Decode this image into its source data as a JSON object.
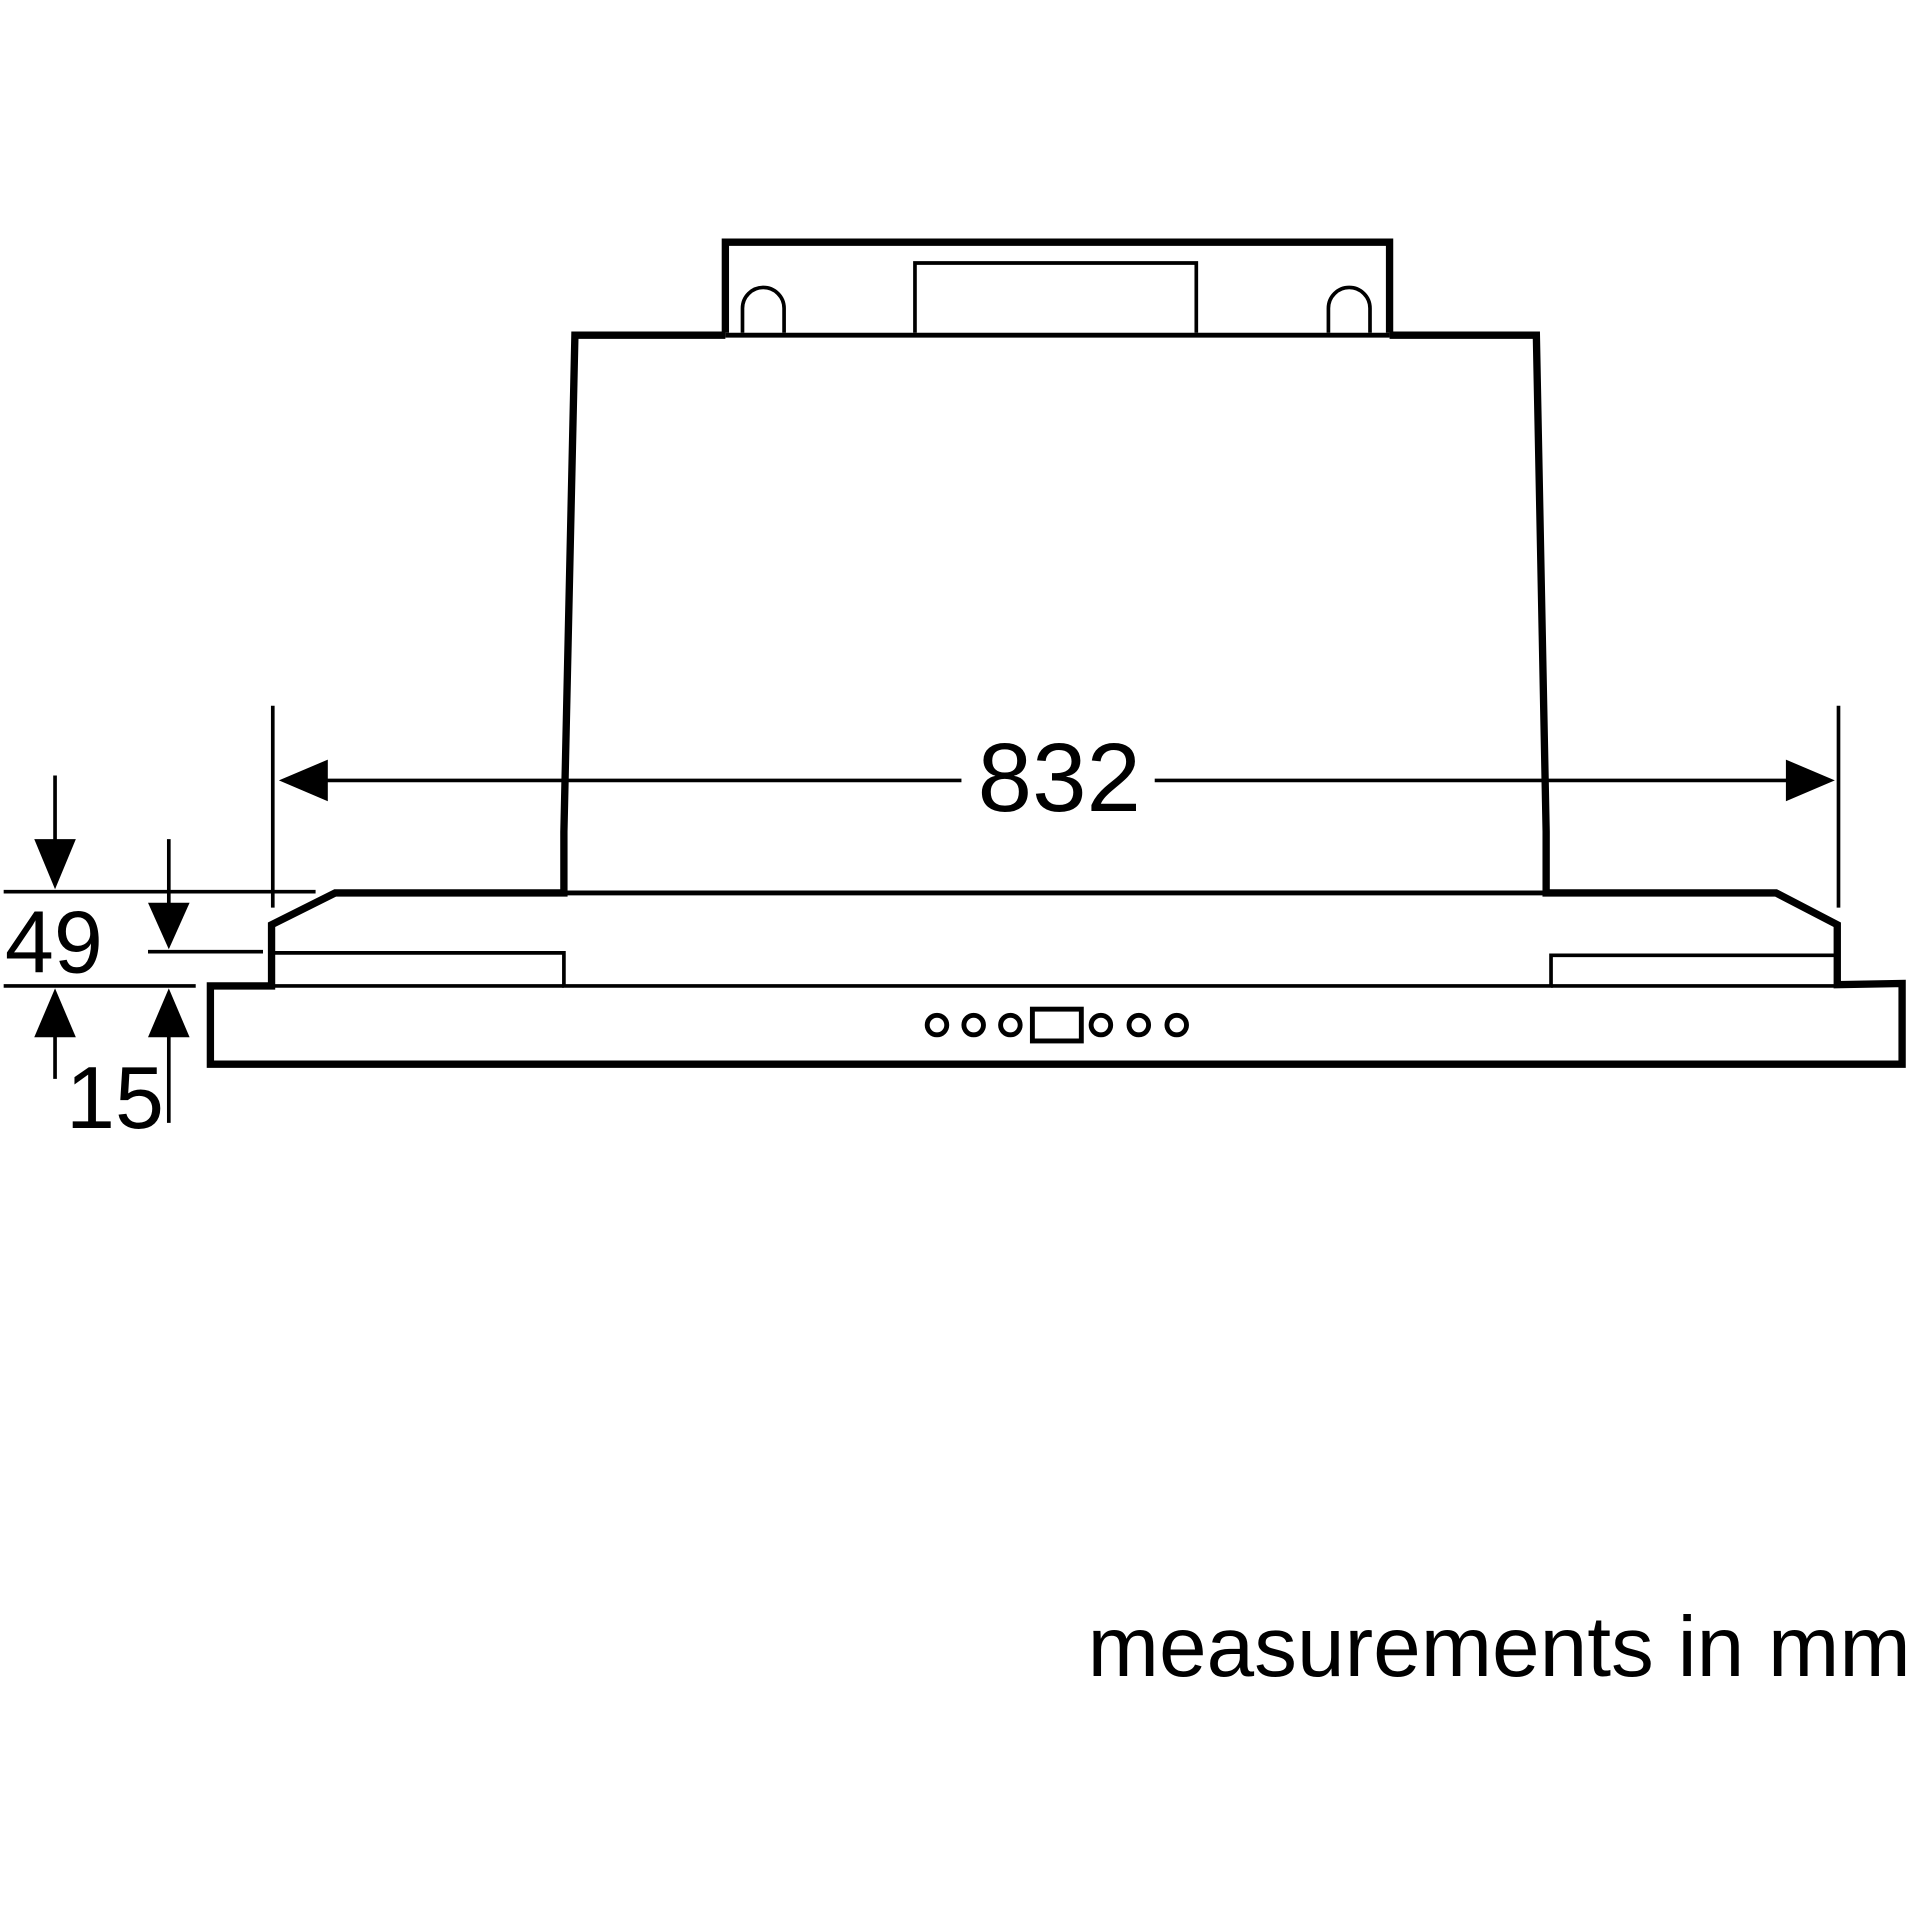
{
  "dimensions": {
    "width_label": "832",
    "height_label": "49",
    "panel_label": "15"
  },
  "footer": {
    "units_note": "measurements in mm"
  },
  "colors": {
    "line": "#000000",
    "background": "#ffffff"
  }
}
